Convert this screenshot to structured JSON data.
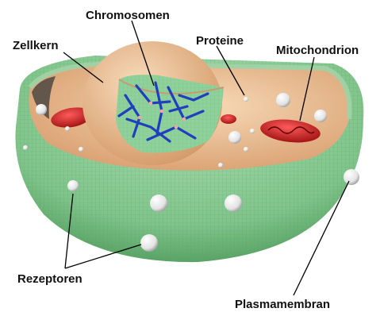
{
  "labels": {
    "chromosomen": "Chromosomen",
    "zellkern": "Zellkern",
    "proteine": "Proteine",
    "mitochondrion": "Mitochondrion",
    "rezeptoren": "Rezeptoren",
    "plasmamembran": "Plasmamembran"
  },
  "colors": {
    "membrane": "#7fc48a",
    "membrane_dark": "#4f9a5c",
    "cytoplasm": "#e8b98e",
    "nucleus": "#efc8a0",
    "nucleus_interior": "#8fd19a",
    "chromosome": "#1f3fbf",
    "mitochondrion": "#c81e1e",
    "vesicle": "#f2f2f2"
  }
}
